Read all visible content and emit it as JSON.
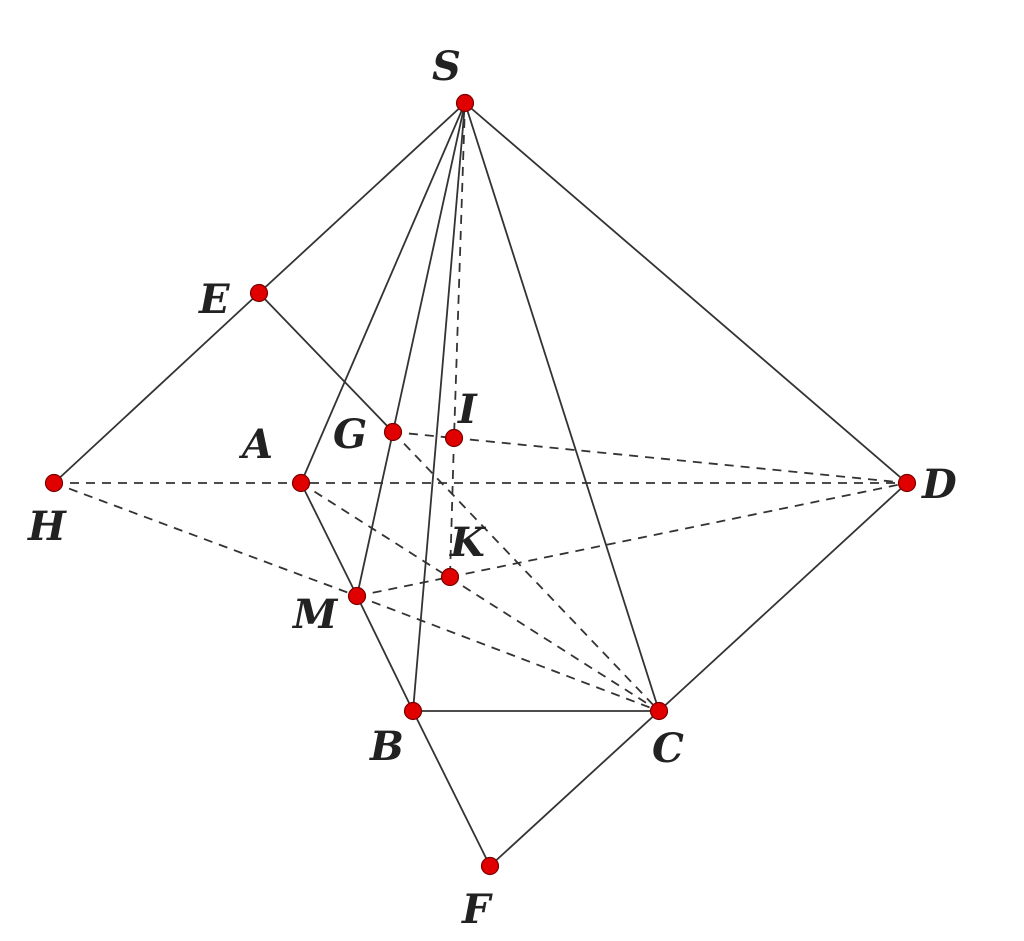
{
  "diagram": {
    "point_color": "#e00000",
    "line_color": "#333333",
    "points": [
      {
        "id": "S",
        "label": "S"
      },
      {
        "id": "E",
        "label": "E"
      },
      {
        "id": "A",
        "label": "A"
      },
      {
        "id": "G",
        "label": "G"
      },
      {
        "id": "I",
        "label": "I"
      },
      {
        "id": "H",
        "label": "H"
      },
      {
        "id": "D",
        "label": "D"
      },
      {
        "id": "K",
        "label": "K"
      },
      {
        "id": "M",
        "label": "M"
      },
      {
        "id": "B",
        "label": "B"
      },
      {
        "id": "C",
        "label": "C"
      },
      {
        "id": "F",
        "label": "F"
      }
    ],
    "solid_segments": [
      [
        "S",
        "E"
      ],
      [
        "E",
        "H"
      ],
      [
        "S",
        "A"
      ],
      [
        "S",
        "M"
      ],
      [
        "S",
        "B"
      ],
      [
        "S",
        "C"
      ],
      [
        "S",
        "D"
      ],
      [
        "E",
        "G"
      ],
      [
        "A",
        "M"
      ],
      [
        "M",
        "B"
      ],
      [
        "B",
        "C"
      ],
      [
        "C",
        "D"
      ],
      [
        "B",
        "F"
      ],
      [
        "F",
        "C"
      ]
    ],
    "dashed_segments": [
      [
        "H",
        "D"
      ],
      [
        "H",
        "M"
      ],
      [
        "M",
        "K"
      ],
      [
        "K",
        "D"
      ],
      [
        "G",
        "I"
      ],
      [
        "I",
        "D"
      ],
      [
        "S",
        "I"
      ],
      [
        "I",
        "K"
      ],
      [
        "G",
        "C"
      ],
      [
        "A",
        "C"
      ],
      [
        "M",
        "C"
      ]
    ]
  }
}
